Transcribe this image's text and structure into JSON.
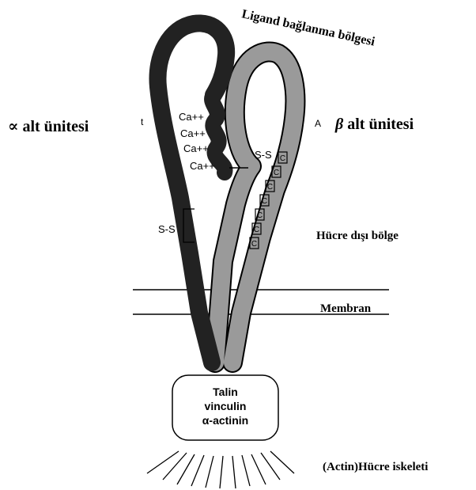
{
  "labels": {
    "ligand_region": "Ligand bağlanma bölgesi",
    "alpha_prefix": "∝",
    "alpha_text": " alt ünitesi",
    "beta_prefix": "β",
    "beta_text": " alt ünitesi",
    "extracellular": "Hücre dışı bölge",
    "membrane": "Membran",
    "cytoskeleton": "(Actin)Hücre iskeleti"
  },
  "calcium_sites": [
    "Ca++",
    "Ca++",
    "Ca++",
    "Ca++"
  ],
  "disulfide_labels": [
    "S-S",
    "S-S"
  ],
  "beta_repeat_letters": [
    "C",
    "C",
    "C",
    "C",
    "C",
    "C",
    "C"
  ],
  "box_lines": [
    "Talin",
    "vinculin",
    "α-actinin"
  ],
  "stray_marks": [
    "t",
    "A"
  ],
  "colors": {
    "alpha_chain": "#222222",
    "beta_chain": "#9a9a9a",
    "outline": "#000000"
  }
}
